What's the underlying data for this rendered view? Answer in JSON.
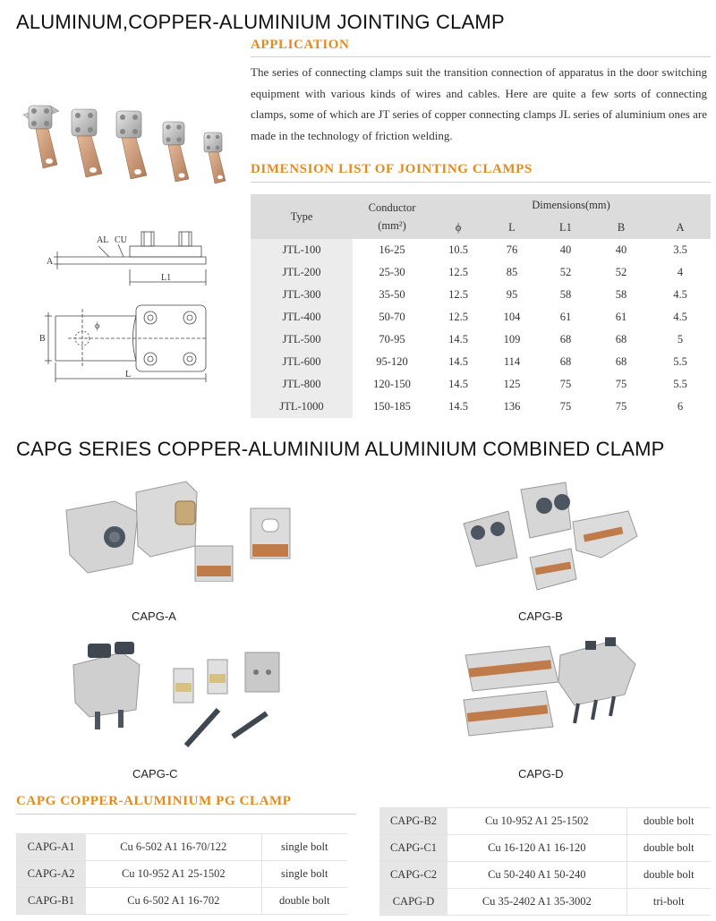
{
  "title_main": "ALUMINUM,COPPER-ALUMINIUM JOINTING CLAMP",
  "application": {
    "heading": "APPLICATION",
    "text": "The series of connecting clamps suit the transition connection of apparatus in the door switching equipment with various kinds of wires and cables. Here are quite a few sorts of connecting clamps, some of which are JT series of copper connecting clamps JL series of aluminium ones are made in the technology of friction welding."
  },
  "dimension": {
    "heading": "DIMENSION LIST OF JOINTING CLAMPS",
    "header": {
      "type": "Type",
      "conductor": "Conductor",
      "conductor_unit": "(mm²)",
      "dimensions": "Dimensions(mm)"
    },
    "columns": [
      "ϕ",
      "L",
      "L1",
      "B",
      "A"
    ],
    "rows": [
      [
        "JTL-100",
        "16-25",
        "10.5",
        "76",
        "40",
        "40",
        "3.5"
      ],
      [
        "JTL-200",
        "25-30",
        "12.5",
        "85",
        "52",
        "52",
        "4"
      ],
      [
        "JTL-300",
        "35-50",
        "12.5",
        "95",
        "58",
        "58",
        "4.5"
      ],
      [
        "JTL-400",
        "50-70",
        "12.5",
        "104",
        "61",
        "61",
        "4.5"
      ],
      [
        "JTL-500",
        "70-95",
        "14.5",
        "109",
        "68",
        "68",
        "5"
      ],
      [
        "JTL-600",
        "95-120",
        "14.5",
        "114",
        "68",
        "68",
        "5.5"
      ],
      [
        "JTL-800",
        "120-150",
        "14.5",
        "125",
        "75",
        "75",
        "5.5"
      ],
      [
        "JTL-1000",
        "150-185",
        "14.5",
        "136",
        "75",
        "75",
        "6"
      ]
    ]
  },
  "drawing_labels": {
    "al": "AL",
    "cu": "CU",
    "a": "A",
    "l1": "L1",
    "b": "B",
    "phi": "ϕ",
    "l": "L"
  },
  "title_capg": "CAPG SERIES COPPER-ALUMINIUM ALUMINIUM COMBINED CLAMP",
  "captions": {
    "a": "CAPG-A",
    "b": "CAPG-B",
    "c": "CAPG-C",
    "d": "CAPG-D"
  },
  "pg": {
    "heading": "CAPG COPPER-ALUMINIUM PG CLAMP",
    "left": [
      [
        "CAPG-A1",
        "Cu 6-502 A1 16-70/122",
        "single bolt"
      ],
      [
        "CAPG-A2",
        "Cu 10-952 A1 25-1502",
        "single bolt"
      ],
      [
        "CAPG-B1",
        "Cu 6-502 A1 16-702",
        "double bolt"
      ]
    ],
    "right": [
      [
        "CAPG-B2",
        "Cu 10-952 A1 25-1502",
        "double bolt"
      ],
      [
        "CAPG-C1",
        "Cu 16-120 A1 16-120",
        "double bolt"
      ],
      [
        "CAPG-C2",
        "Cu 50-240 A1 50-240",
        "double bolt"
      ],
      [
        "CAPG-D",
        "Cu 35-2402 A1 35-3002",
        "tri-bolt"
      ]
    ]
  }
}
